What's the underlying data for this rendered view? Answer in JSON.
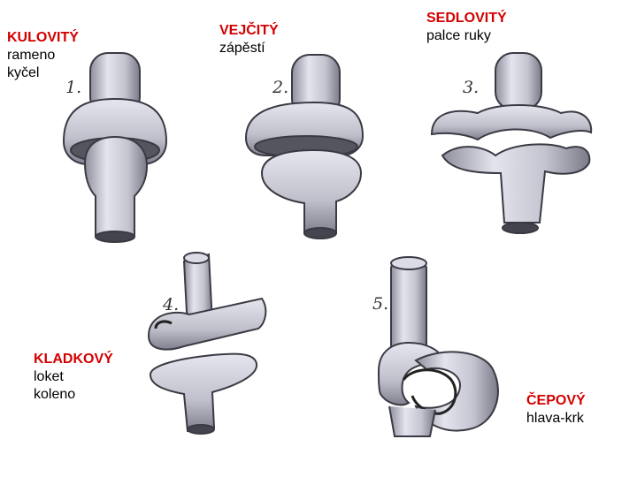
{
  "joints": [
    {
      "number": "1.",
      "title": "KULOVITÝ",
      "lines": [
        "rameno",
        "kyčel"
      ]
    },
    {
      "number": "2.",
      "title": "VEJČITÝ",
      "lines": [
        "zápěstí"
      ]
    },
    {
      "number": "3.",
      "title": "SEDLOVITÝ",
      "lines": [
        "palce ruky"
      ]
    },
    {
      "number": "4.",
      "title": "KLADKOVÝ",
      "lines": [
        "loket",
        "koleno"
      ]
    },
    {
      "number": "5.",
      "title": "ČEPOVÝ",
      "lines": [
        "hlava-krk"
      ]
    }
  ],
  "colors": {
    "title": "#d40000",
    "bone": "#c9c9d6",
    "outline": "#3a3a44",
    "shadow": "#6e6e7c"
  }
}
